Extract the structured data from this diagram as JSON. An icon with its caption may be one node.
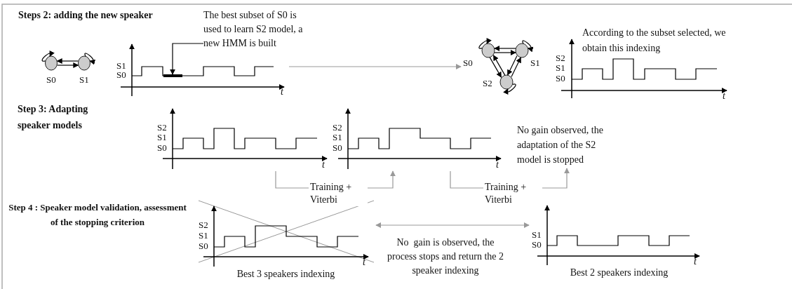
{
  "diagram": {
    "nodes": [
      {
        "text": [
          "S0"
        ]
      },
      {
        "text": [
          "S1"
        ]
      },
      {
        "text": [
          "S1",
          "S0",
          "t"
        ]
      },
      {
        "text": [
          "The best subset of S0 is used to learn S2 model, a new HMM is built"
        ]
      },
      {
        "text": [],
        "shape": "bar",
        "in": 2
      },
      {
        "text": [
          "S0"
        ]
      },
      {
        "text": [
          "S1"
        ]
      },
      {
        "text": [
          "S2"
        ]
      },
      {
        "text": [
          "S2",
          "S1",
          "S0",
          "t"
        ]
      },
      {
        "text": [
          "S2",
          "S1",
          "S0",
          "t"
        ]
      },
      {
        "text": [
          "S2",
          "S1",
          "S0",
          "t"
        ]
      },
      {
        "text": [
          "No gain observed, the adaptation of the S2 model is stopped"
        ]
      },
      {
        "text": [
          "S2",
          "S1",
          "S0",
          "t"
        ],
        "beside": [
          "Best 3 speakers indexing"
        ]
      },
      {
        "text": [
          "S1",
          "S0",
          "t"
        ],
        "beside": [
          "Best 2 speakers indexing"
        ]
      }
    ],
    "edges": [
      {
        "from": 0,
        "to": 1,
        "arrow": "to"
      },
      {
        "from": 1,
        "to": 0,
        "arrow": "to"
      },
      {
        "from": 0,
        "to": 0,
        "arrow": "to"
      },
      {
        "from": 1,
        "to": 1,
        "arrow": "to"
      },
      {
        "from": 2,
        "to": 5,
        "arrow": "to",
        "color": "#999999"
      },
      {
        "from": 5,
        "to": 6,
        "arrow": "to"
      },
      {
        "from": 6,
        "to": 5,
        "arrow": "to"
      },
      {
        "from": 5,
        "to": 7,
        "arrow": "to"
      },
      {
        "from": 7,
        "to": 5,
        "arrow": "to"
      },
      {
        "from": 6,
        "to": 7,
        "arrow": "to"
      },
      {
        "from": 7,
        "to": 6,
        "arrow": "to"
      },
      {
        "from": 5,
        "to": 5,
        "arrow": "to"
      },
      {
        "from": 6,
        "to": 6,
        "arrow": "to"
      },
      {
        "from": 7,
        "to": 7,
        "arrow": "to"
      },
      {
        "from": 9,
        "to": 10,
        "arrow": "to",
        "label": "Training + Viterbi",
        "color": "#999999"
      },
      {
        "from": 10,
        "to": 11,
        "arrow": "to",
        "label": "Training + Viterbi",
        "color": "#999999"
      },
      {
        "from": 12,
        "to": 13,
        "arrow": "both",
        "color": "#999999"
      },
      {
        "from": 3,
        "to": 4,
        "arrow": "to"
      }
    ],
    "labels": [
      "Steps 2: adding the new speaker",
      "According to the subset selected, we obtain this indexing",
      "Step 3: Adapting speaker models",
      "Step 4 : Speaker model validation, assessment of the stopping criterion",
      "No  gain is observed, the process stops and return the 2 speaker indexing"
    ]
  }
}
